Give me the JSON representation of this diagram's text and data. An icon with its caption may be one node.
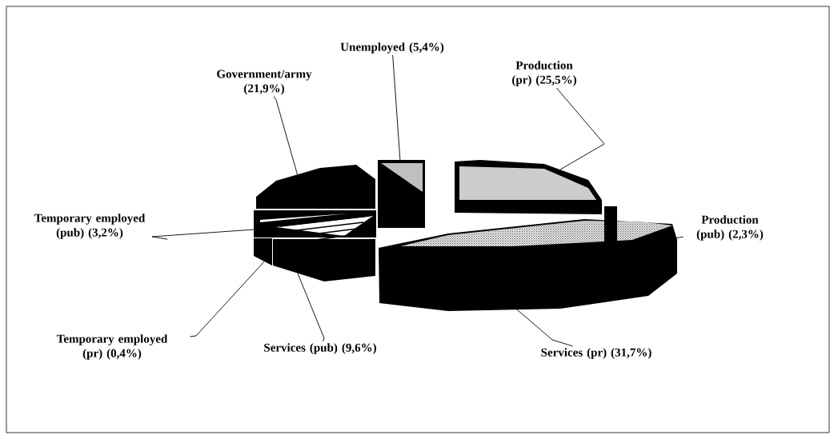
{
  "diagram": {
    "nodes": [
      {
        "text": [
          "Government/army (21,9%)"
        ]
      },
      {
        "text": [
          "Unemployed (5,4%)"
        ]
      },
      {
        "text": [
          "Production (pr) (25,5%)"
        ]
      },
      {
        "text": [
          "Production (pub) (2,3%)"
        ]
      },
      {
        "text": [
          "Services (pr) (31,7%)"
        ]
      },
      {
        "text": [
          "Services (pub) (9,6%)"
        ]
      },
      {
        "text": [
          "Temporary employed (pr) (0,4%)"
        ]
      },
      {
        "text": [
          "Temporary employed (pub) (3,2%)"
        ]
      },
      {
        "text": [],
        "shape": "wedge"
      },
      {
        "text": [],
        "shape": "wedge"
      },
      {
        "text": [],
        "shape": "wedge"
      },
      {
        "text": [],
        "shape": "wedge"
      },
      {
        "text": [],
        "shape": "wedge"
      },
      {
        "text": [],
        "shape": "wedge"
      },
      {
        "text": [],
        "shape": "wedge"
      },
      {
        "text": [],
        "shape": "wedge"
      }
    ],
    "edges": [
      {
        "from": 0,
        "to": 10,
        "arrow": "none"
      },
      {
        "from": 1,
        "to": 12,
        "arrow": "none"
      },
      {
        "from": 2,
        "to": 14,
        "arrow": "none"
      },
      {
        "from": 3,
        "to": 15,
        "arrow": "none"
      },
      {
        "from": 4,
        "to": 13,
        "arrow": "none"
      },
      {
        "from": 5,
        "to": 11,
        "arrow": "none"
      },
      {
        "from": 6,
        "to": 9,
        "arrow": "none"
      },
      {
        "from": 7,
        "to": 8,
        "arrow": "none"
      }
    ]
  }
}
